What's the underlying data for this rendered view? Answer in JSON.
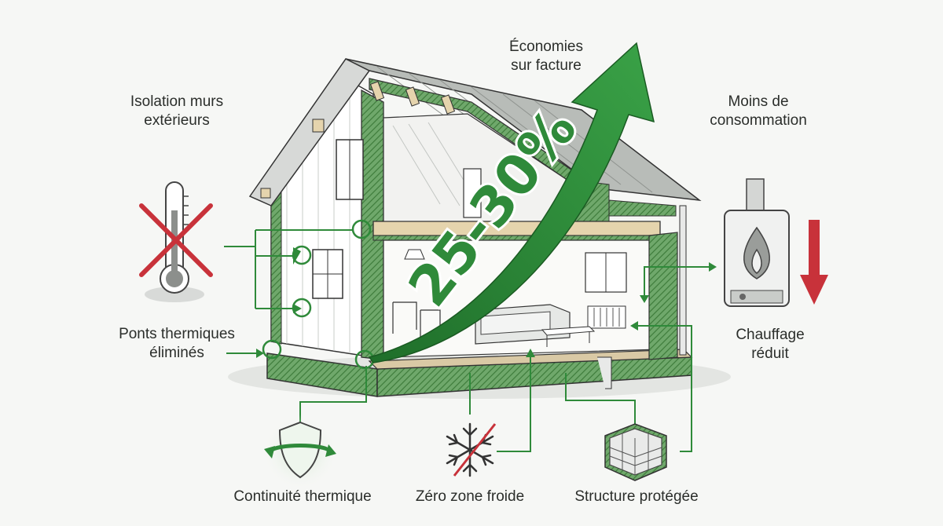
{
  "labels": {
    "isolation": {
      "line1": "Isolation murs",
      "line2": "extérieurs"
    },
    "ponts": {
      "line1": "Ponts thermiques",
      "line2": "éliminés"
    },
    "economies": {
      "line1": "Économies",
      "line2": "sur facture"
    },
    "moins": {
      "line1": "Moins de",
      "line2": "consommation"
    },
    "chauffage": {
      "line1": "Chauffage",
      "line2": "réduit"
    },
    "continuite": "Continuité thermique",
    "zero": "Zéro zone froide",
    "structure": "Structure protégée"
  },
  "arrow_text": "25-30%",
  "colors": {
    "green": "#2f8a3a",
    "light_green": "#9cc99a",
    "red": "#c8323a",
    "dark_line": "#3a3d3a"
  },
  "icons": [
    "thermometer-icon",
    "crossed-out-icon",
    "boiler-icon",
    "flame-icon",
    "down-arrow-icon",
    "shield-icon",
    "snowflake-icon",
    "bricks-icon",
    "house-cutaway-illustration",
    "growth-arrow-icon"
  ]
}
